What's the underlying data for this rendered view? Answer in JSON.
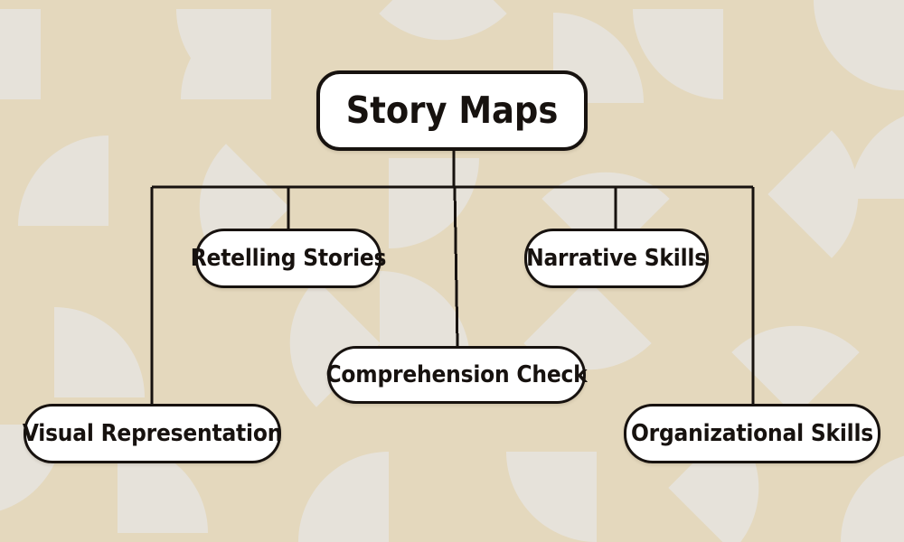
{
  "diagram": {
    "type": "hierarchy-tree",
    "title": "Story Maps",
    "root": {
      "id": "story-maps",
      "label": "Story Maps"
    },
    "children": [
      {
        "id": "retelling-stories",
        "label": "Retelling Stories"
      },
      {
        "id": "narrative-skills",
        "label": "Narrative Skills"
      },
      {
        "id": "comprehension-check",
        "label": "Comprehension Check"
      },
      {
        "id": "visual-representation",
        "label": "Visual Representation"
      },
      {
        "id": "organizational-skills",
        "label": "Organizational Skills"
      }
    ],
    "colors": {
      "background": "#e4d8bd",
      "pattern_shape": "#e6e2da",
      "node_fill": "#ffffff",
      "node_border": "#17120f",
      "connector": "#17120f",
      "text": "#17120f"
    }
  }
}
